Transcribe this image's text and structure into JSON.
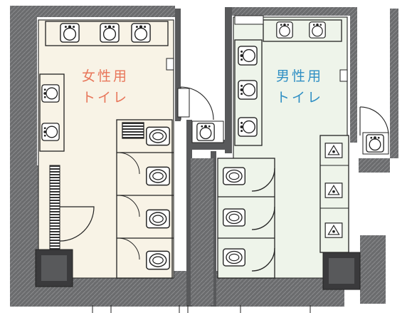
{
  "labels": {
    "womens_line1": "女性用",
    "womens_line2": "トイレ",
    "mens_line1": "男性用",
    "mens_line2": "トイレ"
  },
  "colors": {
    "womens_text": "#e8765a",
    "mens_text": "#2f8fc4",
    "womens_floor": "#f8f3e6",
    "mens_floor": "#eef4ea",
    "wall": "#58595b",
    "wall_dark": "#3a3a3c"
  }
}
